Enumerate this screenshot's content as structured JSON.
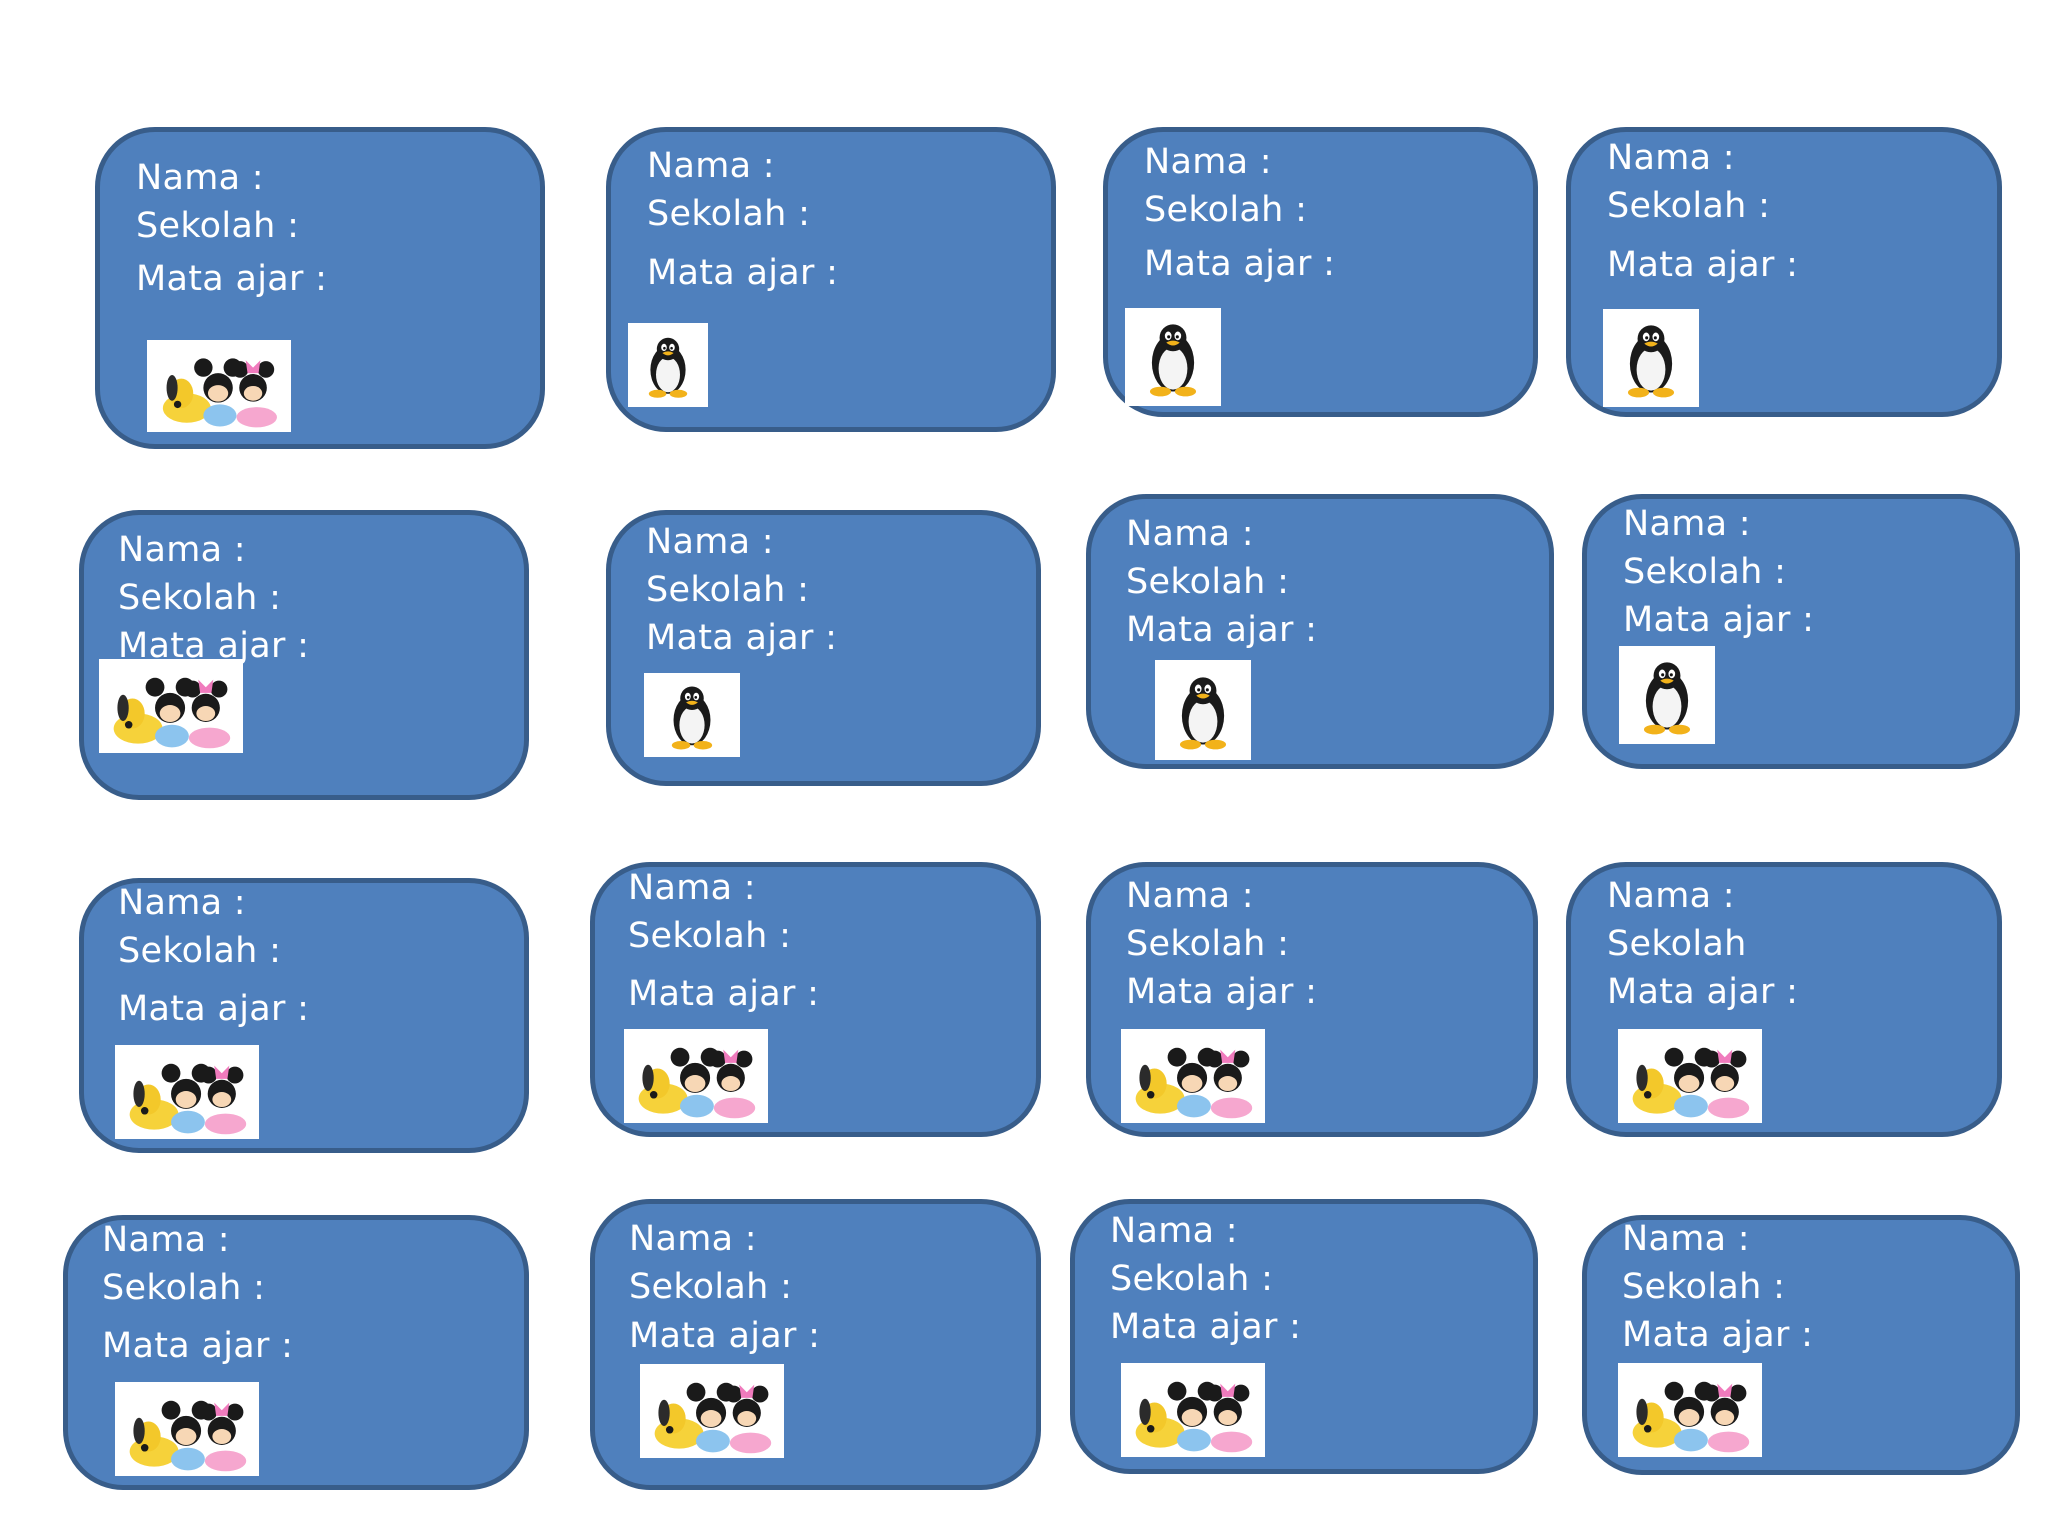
{
  "cards": [
    {
      "nama": "Nama :",
      "sekolah": "Sekolah :",
      "mata_ajar": "Mata ajar :",
      "picture": "cartoon-mice"
    },
    {
      "nama": "Nama :",
      "sekolah": "Sekolah :",
      "mata_ajar": "Mata ajar :",
      "picture": "penguin"
    },
    {
      "nama": "Nama :",
      "sekolah": "Sekolah :",
      "mata_ajar": "Mata ajar :",
      "picture": "penguin"
    },
    {
      "nama": "Nama :",
      "sekolah": "Sekolah :",
      "mata_ajar": "Mata ajar :",
      "picture": "penguin"
    },
    {
      "nama": "Nama :",
      "sekolah": "Sekolah :",
      "mata_ajar": "Mata ajar :",
      "picture": "cartoon-mice"
    },
    {
      "nama": "Nama :",
      "sekolah": "Sekolah :",
      "mata_ajar": "Mata ajar :",
      "picture": "penguin"
    },
    {
      "nama": "Nama :",
      "sekolah": "Sekolah :",
      "mata_ajar": "Mata ajar :",
      "picture": "penguin"
    },
    {
      "nama": "Nama :",
      "sekolah": "Sekolah :",
      "mata_ajar": "Mata ajar :",
      "picture": "penguin"
    },
    {
      "nama": "Nama :",
      "sekolah": "Sekolah :",
      "mata_ajar": "Mata ajar :",
      "picture": "cartoon-mice"
    },
    {
      "nama": "Nama :",
      "sekolah": "Sekolah :",
      "mata_ajar": "Mata ajar :",
      "picture": "cartoon-mice"
    },
    {
      "nama": "Nama :",
      "sekolah": "Sekolah :",
      "mata_ajar": "Mata ajar :",
      "picture": "cartoon-mice"
    },
    {
      "nama": "Nama :",
      "sekolah": "Sekolah",
      "mata_ajar": "Mata ajar :",
      "picture": "cartoon-mice"
    },
    {
      "nama": "Nama :",
      "sekolah": "Sekolah :",
      "mata_ajar": "Mata ajar :",
      "picture": "cartoon-mice"
    },
    {
      "nama": "Nama :",
      "sekolah": "Sekolah :",
      "mata_ajar": "Mata ajar :",
      "picture": "cartoon-mice"
    },
    {
      "nama": "Nama :",
      "sekolah": "Sekolah :",
      "mata_ajar": "Mata ajar :",
      "picture": "cartoon-mice"
    },
    {
      "nama": "Nama :",
      "sekolah": "Sekolah :",
      "mata_ajar": "Mata ajar :",
      "picture": "cartoon-mice"
    }
  ],
  "colors": {
    "card_fill": "#4f80bd",
    "card_border": "#385d8a",
    "text": "#ffffff"
  }
}
